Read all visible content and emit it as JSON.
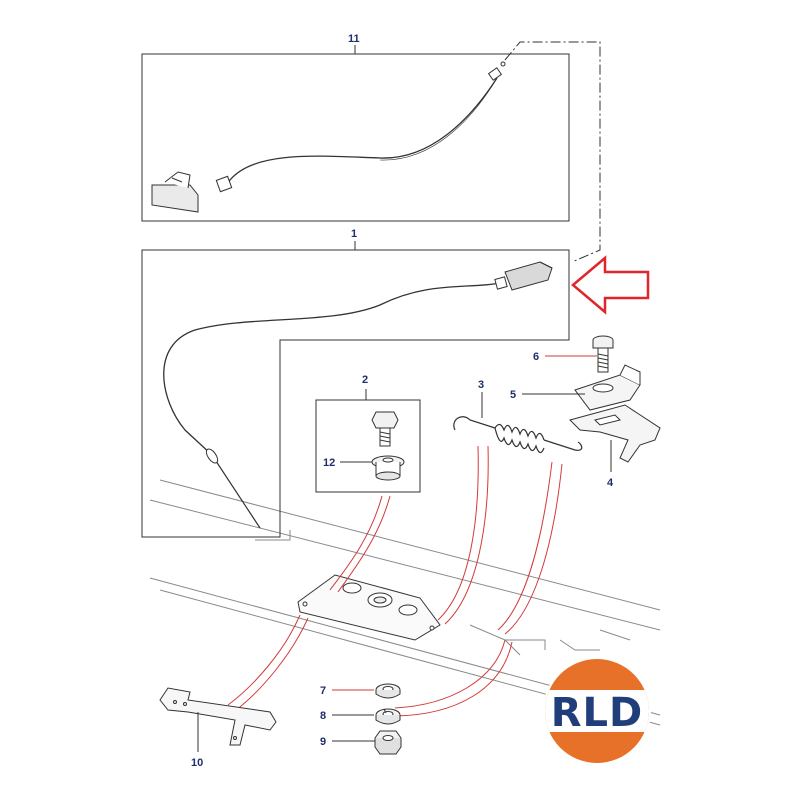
{
  "callouts": {
    "c1": "1",
    "c2": "2",
    "c3": "3",
    "c4": "4",
    "c5": "5",
    "c6": "6",
    "c7": "7",
    "c8": "8",
    "c9": "9",
    "c10": "10",
    "c11": "11",
    "c12": "12"
  },
  "logo": {
    "text": "RLD"
  },
  "colors": {
    "callout_text": "#1f2f6b",
    "leader_red": "#d33a3a",
    "arrow_red": "#e0262b",
    "logo_orange": "#e8712a",
    "logo_blue": "#1f3e7a",
    "line_dark": "#333333"
  },
  "icons": {
    "indicator": "arrow-left-outline-icon"
  }
}
